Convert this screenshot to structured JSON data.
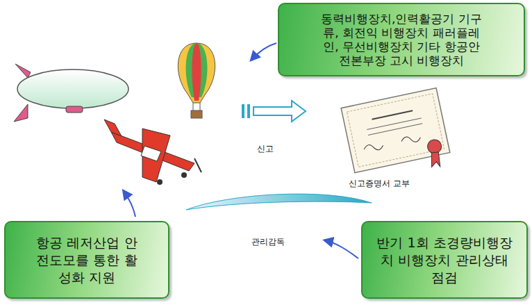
{
  "diagram": {
    "nodes": [
      {
        "text": [
          "동력비행장치,인력활공기 기구류, 회전익 비행장치 패러플레인, 무선비행장치 기타 항공안전본부장 고시 비행장치"
        ]
      },
      {
        "text": [
          "항공 레저산업 안전도모를 통한 활성화 지원"
        ]
      },
      {
        "text": [
          "반기 1회 초경량비행장치 비행장치 관리상태 점검"
        ]
      }
    ],
    "labels": [
      "신고",
      "신고증명서 교부",
      "관리감독"
    ]
  }
}
